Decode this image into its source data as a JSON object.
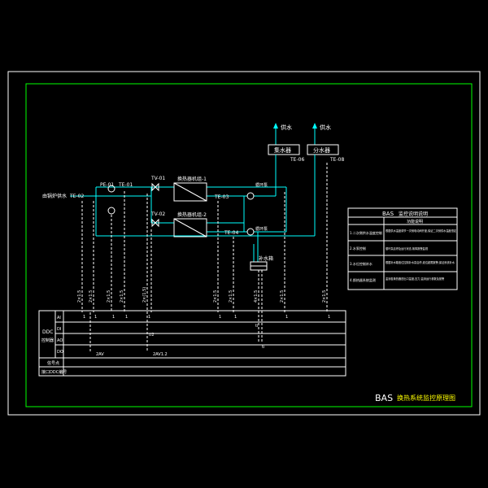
{
  "diagram": {
    "colors": {
      "background": "#000000",
      "frame": "#ffffff",
      "inner_frame": "#00ff00",
      "lines": "#00ffff",
      "text": "#ffffff",
      "accent": "#ffff00",
      "equipment": "#ffffff"
    },
    "top_labels": {
      "supply_left": "供水",
      "supply_right": "供水",
      "box_left": "集水器",
      "box_right": "分水器",
      "te_left": "TE-06",
      "te_right": "TE-08"
    },
    "process_labels": {
      "inlet": "由锅炉供水",
      "te_inlet": "TE-02",
      "pe_01": "PE-01",
      "te_01": "TE-01",
      "tv_01": "TV-01",
      "tv_02": "TV-02",
      "hx_1": "换热器机组-1",
      "hx_2": "换热器机组-2",
      "te_03": "TE-03",
      "te_04": "TE-04",
      "pump_1": "循环泵",
      "pump_2": "循环泵",
      "tank": "补水箱"
    },
    "signal_labels": [
      "2×1.5",
      "2×1.5",
      "2×1.5",
      "2×1.5",
      "2×(1.5)",
      "2×1.5",
      "2×1.5",
      "4×1.5",
      "2×1.5",
      "2×1.5"
    ],
    "point_labels": [
      "1",
      "1",
      "1",
      "1",
      "1",
      "1",
      "1",
      "1",
      "1",
      "1"
    ],
    "table": {
      "side_label_1": "DDC",
      "side_label_2": "控制器",
      "row_labels": [
        "AI",
        "DI",
        "AO",
        "DO"
      ],
      "footer_1": "信号点",
      "footer_2": "接口DDC编号",
      "ai_mark": "ti",
      "di_mark": "ti2",
      "do_mark": "ti",
      "ao_left": "2AV",
      "ao_right": "2AV1.2"
    },
    "legend": {
      "title": "BAS",
      "subtitle": "监控说明说明",
      "col_header": "功能说明",
      "rows": [
        {
          "name": "1.二次侧供水温度控制",
          "desc": "根据供水温度调节一次侧电动阀开度,保证二次侧供水温度恒定"
        },
        {
          "name": "2.水泵控制",
          "desc": "循环泵启停及运行状态,故障报警监视"
        },
        {
          "name": "3.水位控制补水",
          "desc": "根据补水箱液位控制补水泵启停,液位超限报警,保证系统补水"
        },
        {
          "name": "4.换热器系统监测",
          "desc": "监测各换热器进出口温度,压力,监测运行参数及报警"
        }
      ]
    },
    "title_block": {
      "bas": "BAS",
      "title": "换热系统监控原理图"
    }
  }
}
